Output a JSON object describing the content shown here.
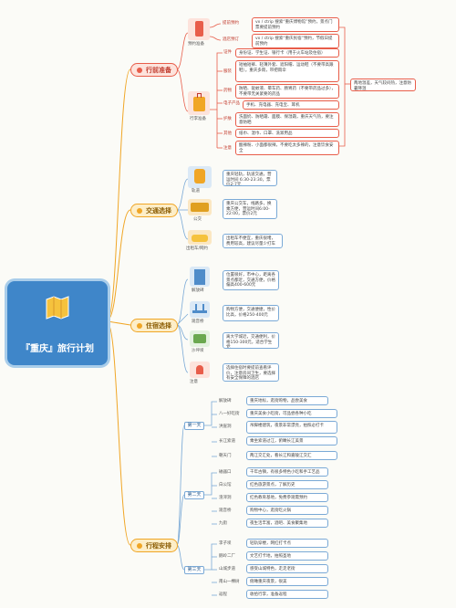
{
  "central": {
    "title": "『重庆』旅行计划"
  },
  "categories": [
    {
      "key": "prep",
      "label": "行前准备",
      "color": "#e85d4a"
    },
    {
      "key": "traffic",
      "label": "交通选择",
      "color": "#f0a626"
    },
    {
      "key": "stay",
      "label": "住宿选择",
      "color": "#f0a626"
    },
    {
      "key": "trip",
      "label": "行程安排",
      "color": "#f0a626"
    }
  ],
  "prep": {
    "card_label": "预约准备",
    "bag_label": "行李准备",
    "booking": {
      "label": "提前预约",
      "text": "vx / ctrip 搜索“重庆博物馆”预约，景点门票要提前预约"
    },
    "hotel_tip": {
      "label": "酒店预订",
      "text": "vx / ctrip 搜索“重庆民宿”预约，节假日提前预约"
    },
    "items": [
      {
        "label": "证件",
        "text": "身份证、学生证、银行卡（用于火车站及住宿）"
      },
      {
        "label": "服装",
        "text": "短袖短裤、轻薄外套、遮阳帽、运动鞋（不要带高跟鞋）。重庆多雨，带把雨伞"
      },
      {
        "label": "药物",
        "text": "防晒、驱蚊液、晕车药、肠胃药（不要带药品过多），不要带无关紧要的药品"
      },
      {
        "label": "电子产品",
        "text": "手机、充电器、充电宝、耳机"
      },
      {
        "label": "护肤",
        "text": "洗面奶、防晒霜、面膜、保湿霜，重庆天气热，要注意防晒"
      },
      {
        "label": "其他",
        "text": "纸巾、湿巾、口罩、洗漱用品"
      },
      {
        "label": "注意",
        "text": "酸辣粉、小面都很辣，不要吃太多辣的，注意饮食安全"
      }
    ],
    "note": "两地温差，天气较闷热，注意防暑降温"
  },
  "traffic": {
    "items": [
      {
        "label": "轨道",
        "text": "重庆轻轨，轨道交通，营运时间 6:30-23:30，票价2-7元"
      },
      {
        "label": "公交",
        "text": "重庆公交车，线路多，换乘方便，营运时间6:00-22:00，票价2元"
      },
      {
        "label": "出租车/网约",
        "text": "出租车不便宜，重庆很堵，费用较高，建议尽量少打车"
      }
    ]
  },
  "stay": {
    "items": [
      {
        "label": "解放碑",
        "text": "位置很好，市中心，距离各景点都近，交通方便，价格偏高400-600元"
      },
      {
        "label": "观音桥",
        "text": "购物方便，交通便捷，性价比高，价格250-400元"
      },
      {
        "label": "沙坪坝",
        "text": "离大学城近，交通便利，价格150-300元，适合学生党"
      },
      {
        "label": "注意",
        "text": "选择住宿时要提前查看评价，注意房间卫生，要选择有安全保障的酒店"
      }
    ]
  },
  "trip": {
    "days": [
      {
        "label": "第一天",
        "stops": [
          {
            "label": "解放碑",
            "text": "重庆地标，逛街购物，品尝美食"
          },
          {
            "label": "八一好吃街",
            "text": "重庆美食小吃街，可品尝各种小吃"
          },
          {
            "label": "洪崖洞",
            "text": "吊脚楼建筑，夜景非常漂亮，拍照必打卡"
          },
          {
            "label": "长江索道",
            "text": "乘坐索道过江，俯瞰长江美景"
          },
          {
            "label": "朝天门",
            "text": "两江交汇处，看长江和嘉陵江交汇"
          }
        ]
      },
      {
        "label": "第二天",
        "stops": [
          {
            "label": "磁器口",
            "text": "千年古镇，有很多特色小吃和手工艺品"
          },
          {
            "label": "白公馆",
            "text": "红色旅游景点，了解历史"
          },
          {
            "label": "渣滓洞",
            "text": "红色教育基地，免费参观需预约"
          },
          {
            "label": "观音桥",
            "text": "购物中心，逛街吃火锅"
          },
          {
            "label": "九街",
            "text": "夜生活丰富，酒吧、美食聚集地"
          }
        ]
      },
      {
        "label": "第三天",
        "stops": [
          {
            "label": "李子坝",
            "text": "轻轨穿楼，网红打卡点"
          },
          {
            "label": "鹅岭二厂",
            "text": "文艺打卡地，拍照圣地"
          },
          {
            "label": "山城步道",
            "text": "感受山城特色，走走老街"
          },
          {
            "label": "南山一棵树",
            "text": "俯瞰重庆夜景，很美"
          },
          {
            "label": "返程",
            "text": "收拾行李，准备返程"
          }
        ]
      }
    ]
  }
}
